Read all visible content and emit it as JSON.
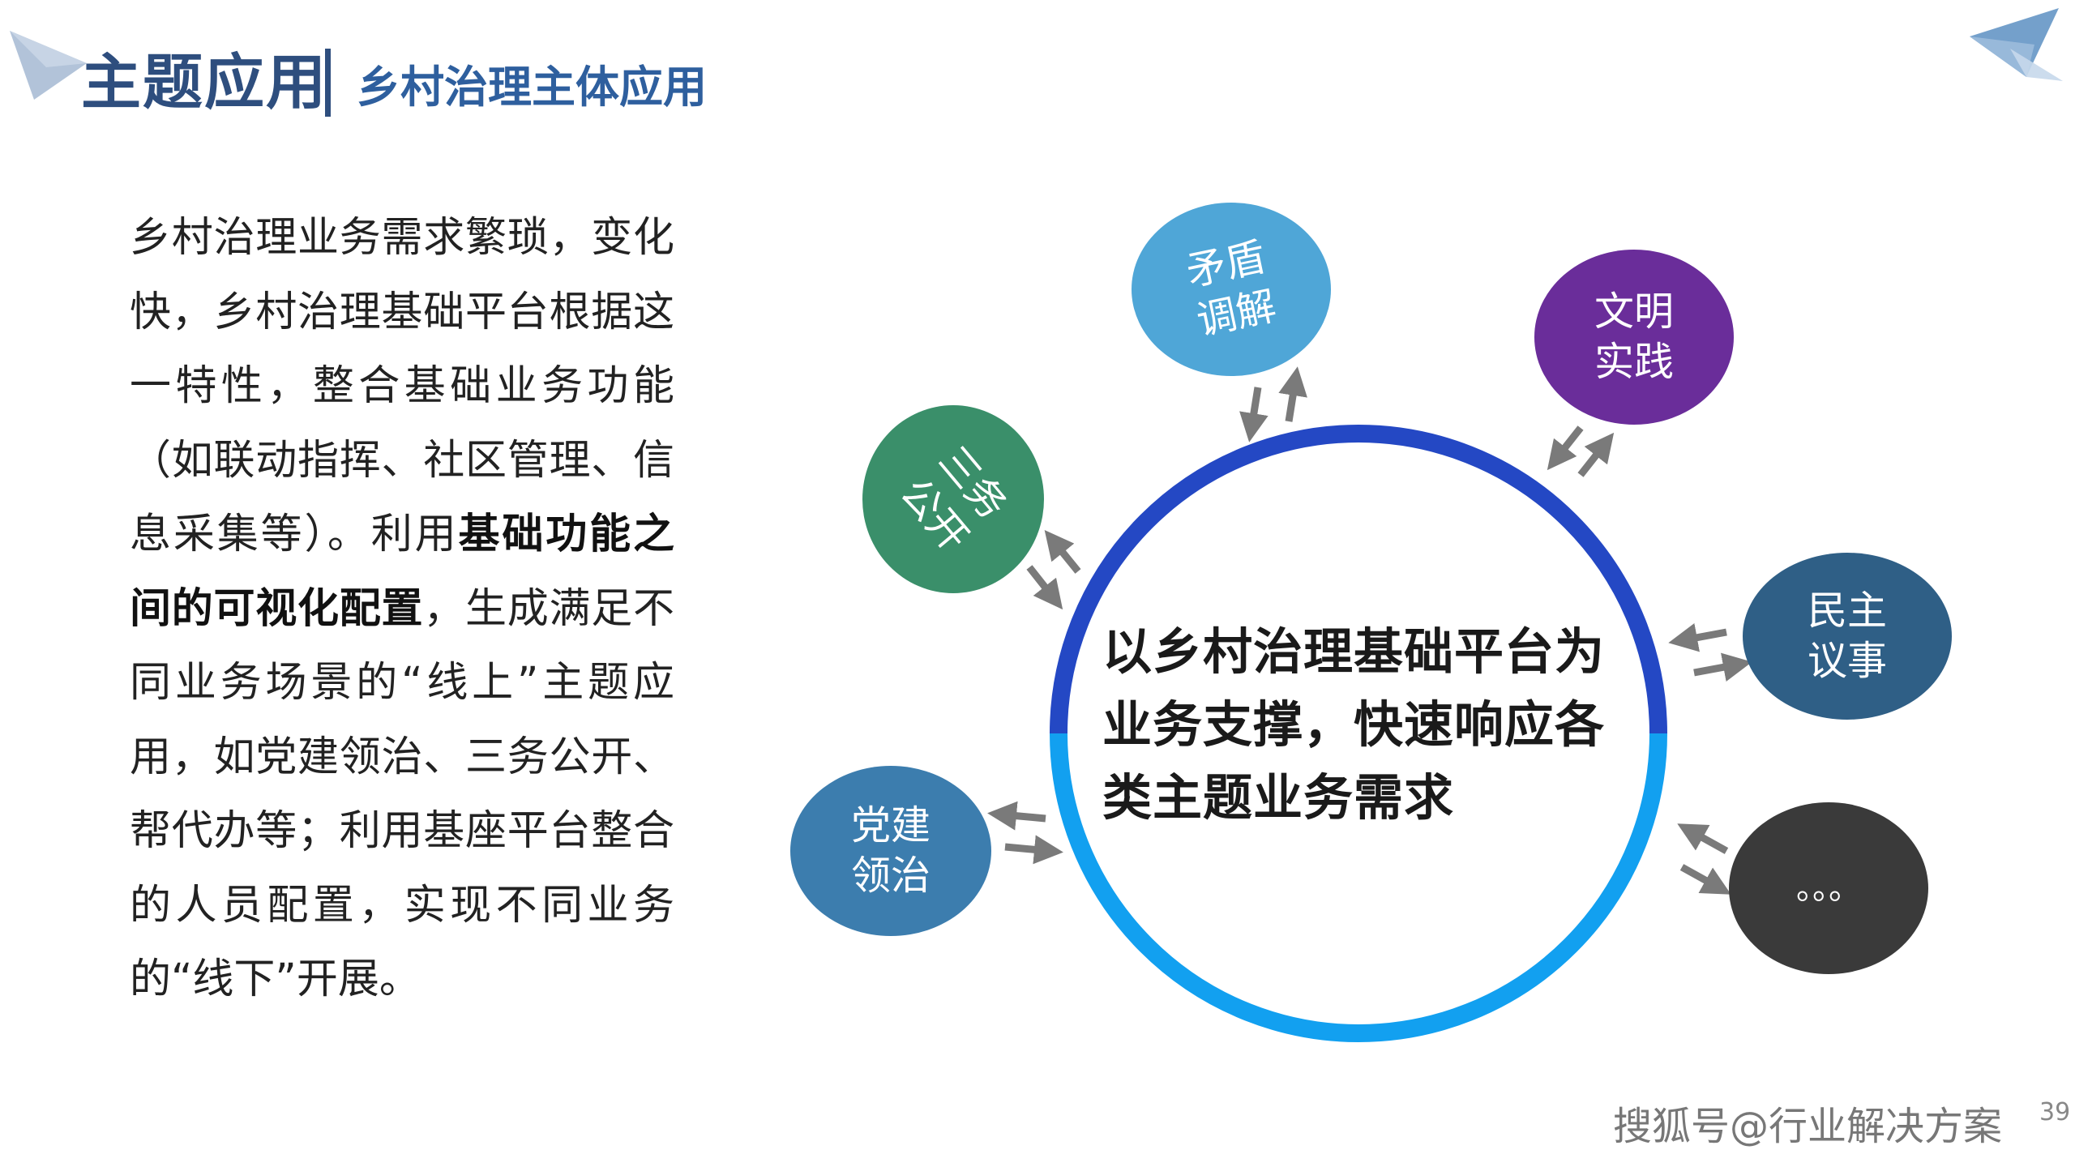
{
  "header": {
    "title": "主题应用",
    "subtitle": "乡村治理主体应用"
  },
  "body": {
    "p1": "乡村治理业务需求繁琐，变化快，乡村治理基础平台根据这一特性，整合基础业务功能（如联动指挥、社区管理、信息采集等）。利用",
    "bold1": "基础功能之间的可视化配置",
    "p2": "，生成满足不同业务场景的“线上”主题应用，如党建领治、三务公开、帮代办等；利用基座平台整合的人员配置，实现不同业务的“线下”开展。"
  },
  "diagram": {
    "center_text": "以乡村治理基础平台为业务支撑，快速响应各类主题业务需求",
    "nodes": [
      {
        "label": "矛盾\n调解",
        "color": "#4FA6D7"
      },
      {
        "label": "文明\n实践",
        "color": "#6A2D9A"
      },
      {
        "label": "三务\n公开",
        "color": "#3A8F6A"
      },
      {
        "label": "民主\n议事",
        "color": "#2F5F86"
      },
      {
        "label": "党建\n领治",
        "color": "#3C7DAE"
      },
      {
        "label": "。。。",
        "color": "#3A3A3A"
      }
    ],
    "ring_top_color": "#2448C4",
    "ring_bottom_color": "#12A0F0"
  },
  "footer": {
    "watermark": "搜狐号@行业解决方案",
    "page_number": "39"
  }
}
